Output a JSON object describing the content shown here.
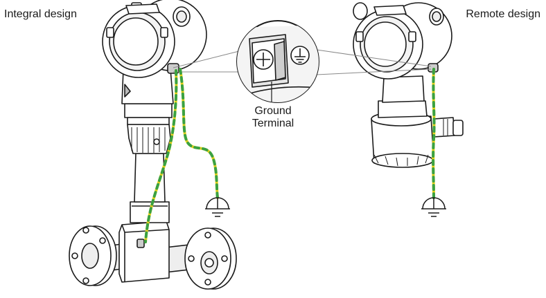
{
  "labels": {
    "integral_design": "Integral design",
    "remote_design": "Remote design",
    "ground_terminal_line1": "Ground",
    "ground_terminal_line2": "Terminal"
  },
  "colors": {
    "outline": "#1a1a1a",
    "body_fill": "#ffffff",
    "shade": "#d9d9d9",
    "wire_green": "#3aa142",
    "wire_yellow": "#e8d21d"
  },
  "icons": {
    "ground_symbol": "ground-icon",
    "protective_earth": "protective-earth-icon",
    "terminal_screw": "screw-icon"
  }
}
